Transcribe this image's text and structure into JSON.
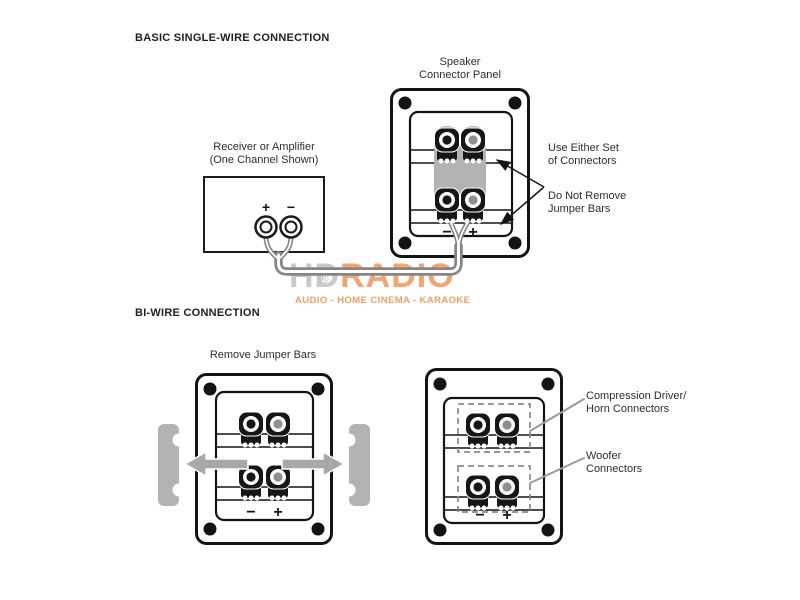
{
  "headings": {
    "single_wire": "BASIC SINGLE-WIRE CONNECTION",
    "bi_wire": "BI-WIRE CONNECTION"
  },
  "single_wire": {
    "speaker_panel_label": [
      "Speaker",
      "Connector Panel"
    ],
    "receiver_label": [
      "Receiver or Amplifier",
      "(One Channel Shown)"
    ],
    "use_either_label": [
      "Use Either Set",
      "of Connectors"
    ],
    "do_not_remove_label": [
      "Do Not Remove",
      "Jumper Bars"
    ]
  },
  "bi_wire": {
    "remove_jumper_label": "Remove Jumper Bars",
    "compression_label": [
      "Compression Driver/",
      "Horn Connectors"
    ],
    "woofer_label": [
      "Woofer",
      "Connectors"
    ]
  },
  "terminals": {
    "plus": "+",
    "minus": "−"
  },
  "watermark": {
    "brand_gray": "HD",
    "brand_orange": "RADIO",
    "registered": "®",
    "tagline": "AUDIO - HOME CINEMA - KARAOKE"
  },
  "colors": {
    "ink": "#141414",
    "metal_gray": "#b3b3b3",
    "arrow_gray": "#a8a8a8",
    "wire_gray": "#858585",
    "watermark_gray": "#c9c9c9",
    "watermark_orange": "#f6a46e",
    "tagline_orange": "#f19e60"
  }
}
